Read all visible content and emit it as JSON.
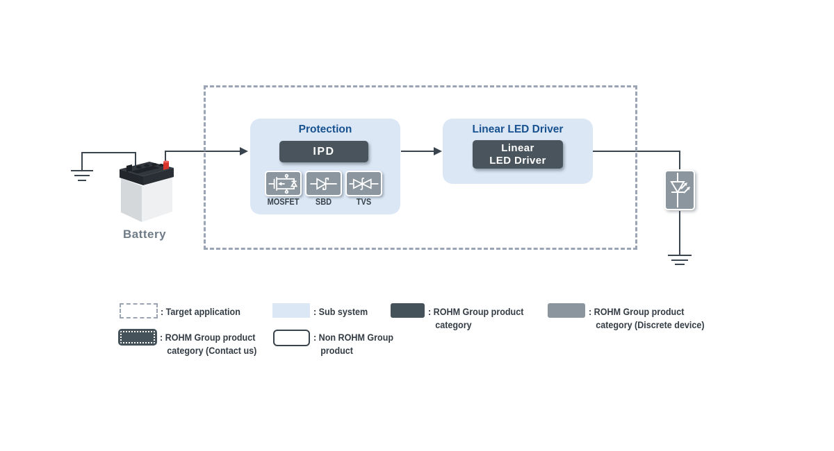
{
  "diagram": {
    "battery": {
      "label": "Battery"
    },
    "protection": {
      "title": "Protection",
      "category_button": "IPD",
      "discrete": [
        {
          "label": "MOSFET"
        },
        {
          "label": "SBD"
        },
        {
          "label": "TVS"
        }
      ]
    },
    "led_driver": {
      "title": "Linear LED Driver",
      "button_line1": "Linear",
      "button_line2": "LED Driver"
    }
  },
  "legend": {
    "items": [
      {
        "name": "target-application",
        "lines": [
          ": Target application"
        ]
      },
      {
        "name": "sub-system",
        "lines": [
          ": Sub system"
        ]
      },
      {
        "name": "rohm-group-product-category",
        "lines": [
          ": ROHM Group product",
          "category"
        ]
      },
      {
        "name": "rohm-group-product-category-discrete",
        "lines": [
          ": ROHM Group product",
          "category (Discrete device)"
        ]
      },
      {
        "name": "rohm-group-product-category-contact",
        "lines": [
          ": ROHM Group product",
          "category (Contact us)"
        ]
      },
      {
        "name": "non-rohm-group-product",
        "lines": [
          ": Non ROHM Group",
          "product"
        ]
      }
    ]
  },
  "colors": {
    "subsystem_fill": "#dbe7f5",
    "rohm_category_fill": "#49545c",
    "discrete_fill": "#8b969e",
    "dashed_border": "#9aa4b5",
    "title_blue": "#17518f",
    "wire": "#3a444e",
    "legend_text": "#333c44",
    "battery_label_text": "#6f7b87",
    "battery_terminal_red": "#d9342b"
  }
}
